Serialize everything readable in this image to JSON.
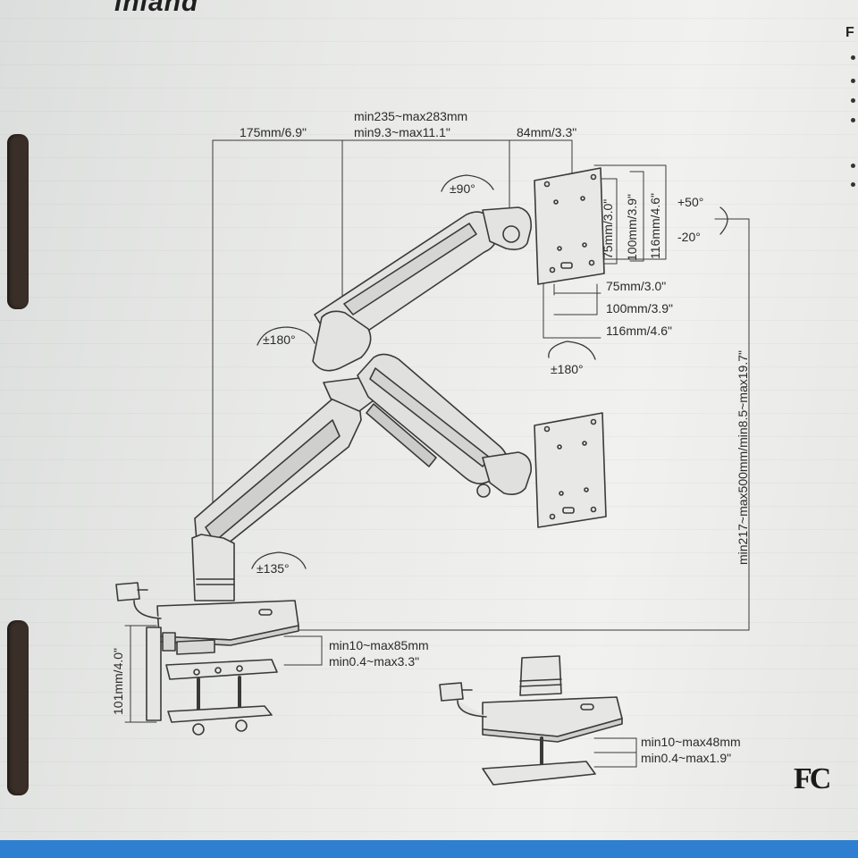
{
  "brand": {
    "name": "inland"
  },
  "side_heading": {
    "letter": "F"
  },
  "dimensions": {
    "base_to_pole": "175mm/6.9\"",
    "arm_span_mm": "min235~max283mm",
    "arm_span_in": "min9.3~max11.1\"",
    "head_offset": "84mm/3.3\"",
    "vesa_75_v": "75mm/3.0\"",
    "vesa_100_v": "100mm/3.9\"",
    "vesa_116_v": "116mm/4.6\"",
    "vesa_75_h": "75mm/3.0\"",
    "vesa_100_h": "100mm/3.9\"",
    "vesa_116_h": "116mm/4.6\"",
    "height_range": "min217~max500mm/min8.5~max19.7\"",
    "clamp_height": "101mm/4.0\"",
    "clamp_range_mm": "min10~max85mm",
    "clamp_range_in": "min0.4~max3.3\"",
    "grommet_range_mm": "min10~max48mm",
    "grommet_range_in": "min0.4~max1.9\""
  },
  "rotations": {
    "swivel_head": "±90°",
    "tilt_up": "+50°",
    "tilt_down": "-20°",
    "elbow": "±180°",
    "screen_rotate": "±180°",
    "base_swivel": "±135°"
  },
  "certification": {
    "mark": "FC"
  },
  "colors": {
    "line": "#3a3a3a",
    "box": "#e8e9e7",
    "band": "#2f7fd0",
    "handle": "#3a2f28"
  }
}
